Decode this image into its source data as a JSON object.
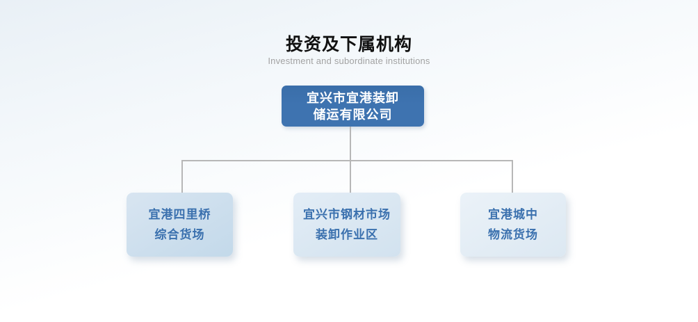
{
  "header": {
    "title": "投资及下属机构",
    "subtitle": "Investment and subordinate institutions"
  },
  "org_chart": {
    "root": {
      "lines": [
        "宜兴市宜港装卸",
        "储运有限公司"
      ]
    },
    "children": [
      {
        "lines": [
          "宜港四里桥",
          "综合货场"
        ]
      },
      {
        "lines": [
          "宜兴市钢材市场",
          "装卸作业区"
        ]
      },
      {
        "lines": [
          "宜港城中",
          "物流货场"
        ]
      }
    ]
  },
  "colors": {
    "title_text": "#111111",
    "subtitle_text": "#a2a2a2",
    "root_box_bg": "#3e73b0",
    "root_box_text": "#ffffff",
    "child_text": "#3a70ae",
    "connector_line": "#b7b7b7",
    "child1_from": "#d8e5f1",
    "child1_to": "#c3d9ea",
    "child2_from": "#e3edf6",
    "child2_to": "#d2e2ef",
    "child3_from": "#ebf2f8",
    "child3_to": "#dce8f2",
    "bg_top": "#e9f0f6",
    "bg_bottom": "#ffffff"
  }
}
